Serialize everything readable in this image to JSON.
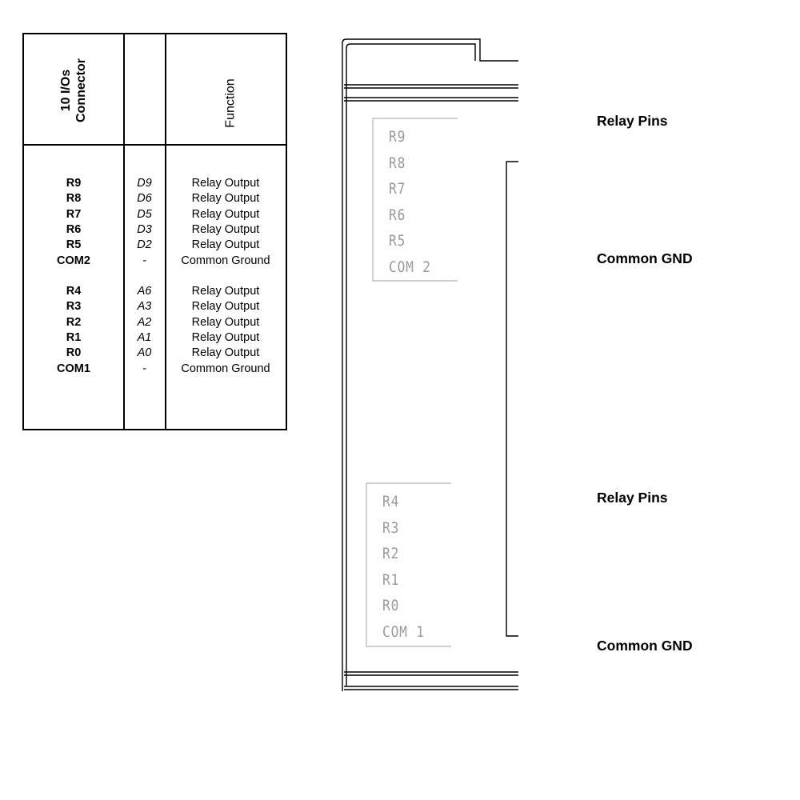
{
  "table": {
    "header_connector_line1": "10 I/Os",
    "header_connector_line2": "Connector",
    "header_function": "Function",
    "group1": [
      {
        "pin": "R9",
        "signal": "D9",
        "function": "Relay Output"
      },
      {
        "pin": "R8",
        "signal": "D6",
        "function": "Relay Output"
      },
      {
        "pin": "R7",
        "signal": "D5",
        "function": "Relay Output"
      },
      {
        "pin": "R6",
        "signal": "D3",
        "function": "Relay Output"
      },
      {
        "pin": "R5",
        "signal": "D2",
        "function": "Relay Output"
      },
      {
        "pin": "COM2",
        "signal": "-",
        "function": "Common Ground"
      }
    ],
    "group2": [
      {
        "pin": "R4",
        "signal": "A6",
        "function": "Relay Output"
      },
      {
        "pin": "R3",
        "signal": "A3",
        "function": "Relay Output"
      },
      {
        "pin": "R2",
        "signal": "A2",
        "function": "Relay Output"
      },
      {
        "pin": "R1",
        "signal": "A1",
        "function": "Relay Output"
      },
      {
        "pin": "R0",
        "signal": "A0",
        "function": "Relay Output"
      },
      {
        "pin": "COM1",
        "signal": "-",
        "function": "Common Ground"
      }
    ]
  },
  "drawing": {
    "block_upper_labels": [
      "R9",
      "R8",
      "R7",
      "R6",
      "R5",
      "COM 2"
    ],
    "block_lower_labels": [
      "R4",
      "R3",
      "R2",
      "R1",
      "R0",
      "COM 1"
    ]
  },
  "callouts": {
    "upper_relay": "Relay Pins",
    "upper_gnd": "Common GND",
    "lower_relay": "Relay Pins",
    "lower_gnd": "Common GND"
  }
}
